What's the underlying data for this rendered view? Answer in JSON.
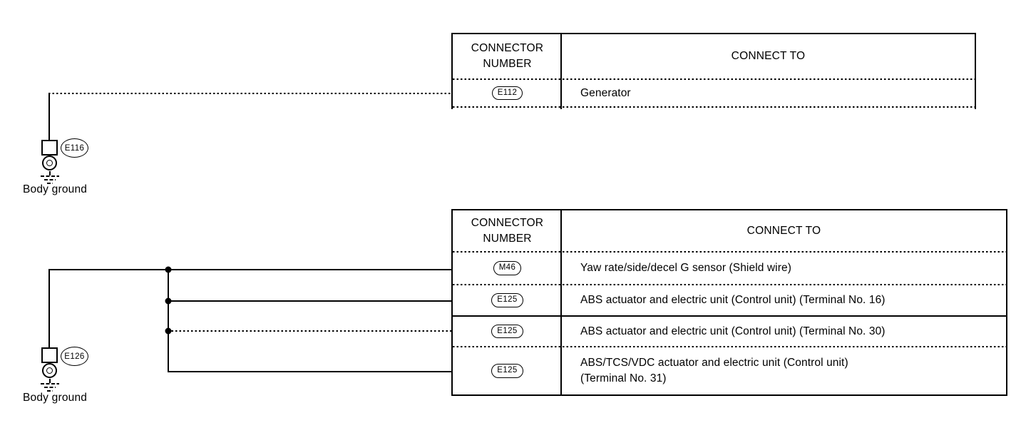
{
  "circuits": [
    {
      "ground_connector": "E116",
      "ground_label": "Body ground",
      "table": {
        "header": {
          "col1_line1": "CONNECTOR",
          "col1_line2": "NUMBER",
          "col2": "CONNECT TO"
        },
        "rows": [
          {
            "connector": "E112",
            "connect_to": "Generator"
          }
        ]
      }
    },
    {
      "ground_connector": "E126",
      "ground_label": "Body ground",
      "table": {
        "header": {
          "col1_line1": "CONNECTOR",
          "col1_line2": "NUMBER",
          "col2": "CONNECT TO"
        },
        "rows": [
          {
            "connector": "M46",
            "connect_to": "Yaw rate/side/decel G sensor (Shield wire)"
          },
          {
            "connector": "E125",
            "connect_to": "ABS actuator and electric unit (Control unit) (Terminal No. 16)"
          },
          {
            "connector": "E125",
            "connect_to": "ABS actuator and electric unit (Control unit) (Terminal No. 30)"
          },
          {
            "connector": "E125",
            "connect_to_line1": "ABS/TCS/VDC actuator and electric unit (Control unit)",
            "connect_to_line2": "(Terminal No. 31)"
          }
        ]
      }
    }
  ],
  "colors": {
    "ink": "#000000",
    "paper": "#ffffff"
  }
}
